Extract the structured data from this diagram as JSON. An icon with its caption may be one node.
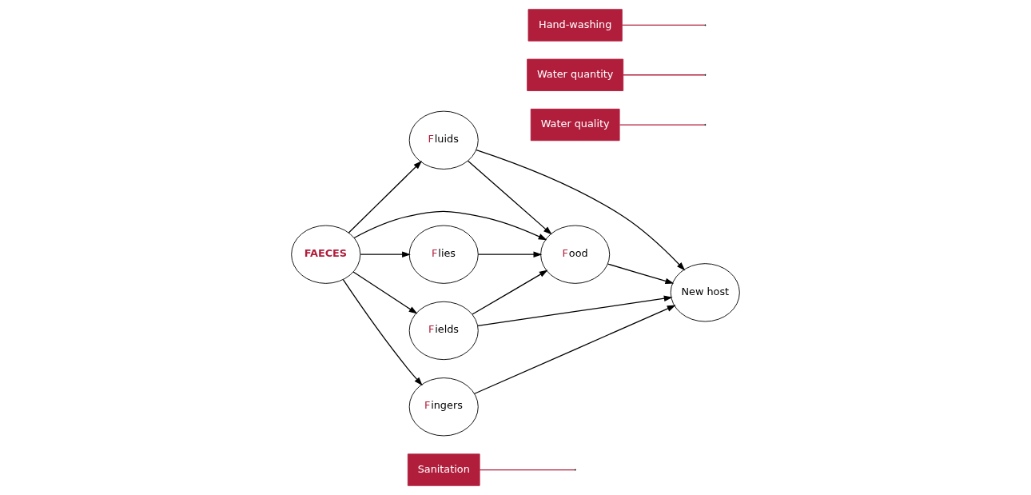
{
  "diagram": {
    "nodes": [
      {
        "text": [
          "Sanitation"
        ]
      },
      {
        "text": [
          "Fluids"
        ]
      },
      {
        "text": [
          "Water quality"
        ]
      },
      {
        "text": [
          "Fields"
        ]
      },
      {
        "text": [
          "FAECES"
        ]
      },
      {
        "text": [
          "Food"
        ]
      },
      {
        "text": [
          "New host"
        ]
      },
      {
        "text": [
          "Flies"
        ]
      },
      {
        "text": [
          "Fingers"
        ]
      },
      {
        "text": [
          "Water quantity"
        ]
      },
      {
        "text": [
          "Hand-washing"
        ]
      }
    ],
    "edges": [
      {
        "from": 4,
        "to": 1,
        "arrow": "to"
      },
      {
        "from": 4,
        "to": 3,
        "arrow": "to"
      },
      {
        "from": 4,
        "to": 5,
        "arrow": "to"
      },
      {
        "from": 4,
        "to": 7,
        "arrow": "to"
      },
      {
        "from": 4,
        "to": 8,
        "arrow": "to"
      },
      {
        "from": 1,
        "to": 5,
        "arrow": "to"
      },
      {
        "from": 1,
        "to": 6,
        "arrow": "to"
      },
      {
        "from": 3,
        "to": 5,
        "arrow": "to"
      },
      {
        "from": 3,
        "to": 6,
        "arrow": "to"
      },
      {
        "from": 7,
        "to": 5,
        "arrow": "to"
      },
      {
        "from": 5,
        "to": 6,
        "arrow": "to"
      },
      {
        "from": 8,
        "to": 6,
        "arrow": "to"
      },
      {
        "from": 0,
        "to": null,
        "arrow": "none",
        "color": "#b01e3c"
      },
      {
        "from": 2,
        "to": null,
        "arrow": "none",
        "color": "#b01e3c"
      },
      {
        "from": 9,
        "to": null,
        "arrow": "none",
        "color": "#b01e3c"
      },
      {
        "from": 10,
        "to": null,
        "arrow": "none",
        "color": "#b01e3c"
      }
    ]
  }
}
